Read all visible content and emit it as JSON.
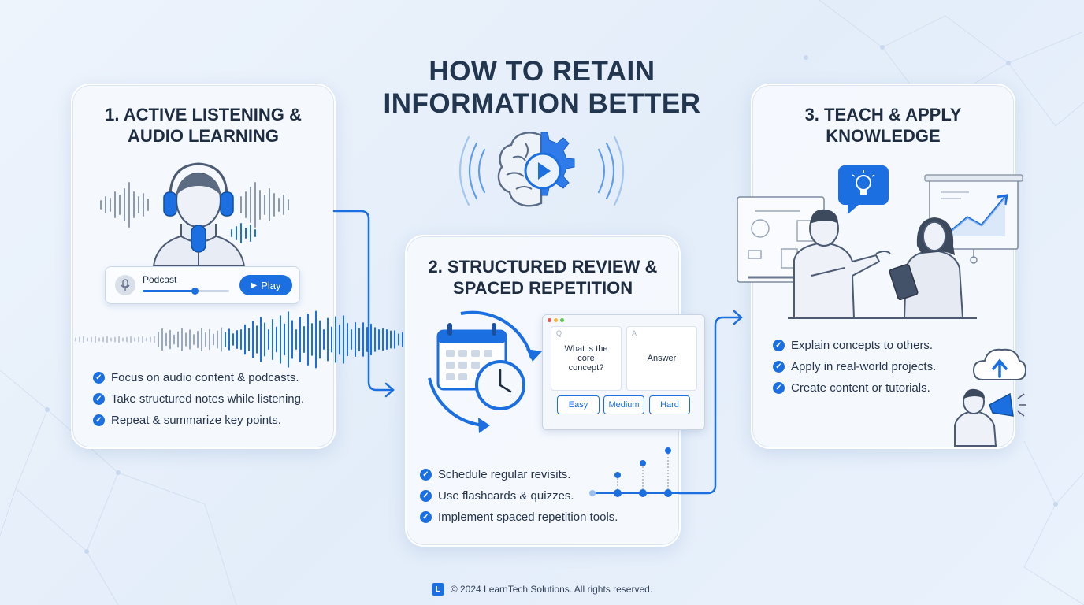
{
  "title_line1": "HOW TO RETAIN",
  "title_line2": "INFORMATION BETTER",
  "accent_color": "#1b6fe0",
  "hero_icon": "brain-gear-play-icon",
  "cards": [
    {
      "title_line1": "1. ACTIVE LISTENING &",
      "title_line2": "AUDIO LEARNING",
      "illustration": "person-headphones-microphone-icon",
      "podcast": {
        "label": "Podcast",
        "play_label": "Play",
        "progress": 0.6
      },
      "bullets": [
        "Focus on audio content & podcasts.",
        "Take structured notes while listening.",
        "Repeat & summarize key points."
      ]
    },
    {
      "title_line1": "2. STRUCTURED REVIEW &",
      "title_line2": "SPACED REPETITION",
      "illustration": "calendar-clock-cycle-icon",
      "flashcards": {
        "question": "What is the core concept?",
        "answer": "Answer",
        "question_corner": "Q",
        "answer_corner": "A",
        "buttons": [
          "Easy",
          "Medium",
          "Hard"
        ]
      },
      "bullets": [
        "Schedule regular revisits.",
        "Use flashcards & quizzes.",
        "Implement spaced repetition tools."
      ]
    },
    {
      "title_line1": "3. TEACH & APPLY",
      "title_line2": "KNOWLEDGE",
      "illustration": "two-people-presenting-icon",
      "bullets": [
        "Explain concepts to others.",
        "Apply in real-world projects.",
        "Create content or tutorials."
      ]
    }
  ],
  "footer": {
    "logo_glyph": "L",
    "text": "© 2024 LearnTech Solutions. All rights reserved."
  }
}
